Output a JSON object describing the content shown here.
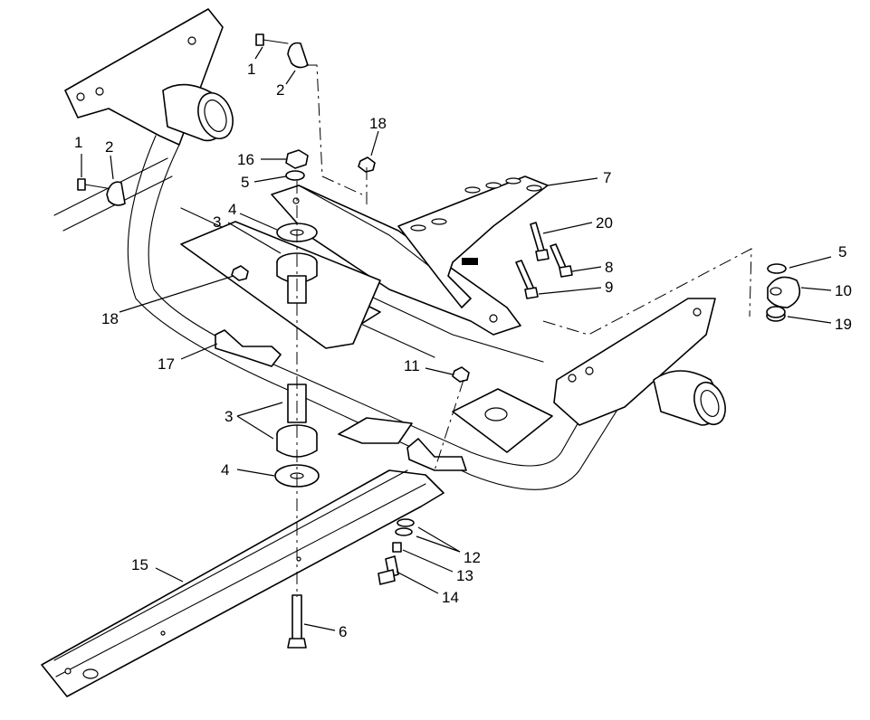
{
  "callouts": [
    {
      "id": "c1a",
      "label": "1"
    },
    {
      "id": "c2a",
      "label": "2"
    },
    {
      "id": "c1b",
      "label": "1"
    },
    {
      "id": "c2b",
      "label": "2"
    },
    {
      "id": "c18a",
      "label": "18"
    },
    {
      "id": "c16",
      "label": "16"
    },
    {
      "id": "c5a",
      "label": "5"
    },
    {
      "id": "c4a",
      "label": "4"
    },
    {
      "id": "c3a",
      "label": "3"
    },
    {
      "id": "c18b",
      "label": "18"
    },
    {
      "id": "c7",
      "label": "7"
    },
    {
      "id": "c20",
      "label": "20"
    },
    {
      "id": "c8",
      "label": "8"
    },
    {
      "id": "c9",
      "label": "9"
    },
    {
      "id": "c5b",
      "label": "5"
    },
    {
      "id": "c10",
      "label": "10"
    },
    {
      "id": "c19",
      "label": "19"
    },
    {
      "id": "c17",
      "label": "17"
    },
    {
      "id": "c11",
      "label": "11"
    },
    {
      "id": "c3b",
      "label": "3"
    },
    {
      "id": "c4b",
      "label": "4"
    },
    {
      "id": "c12",
      "label": "12"
    },
    {
      "id": "c13",
      "label": "13"
    },
    {
      "id": "c15",
      "label": "15"
    },
    {
      "id": "c14",
      "label": "14"
    },
    {
      "id": "c6",
      "label": "6"
    }
  ]
}
